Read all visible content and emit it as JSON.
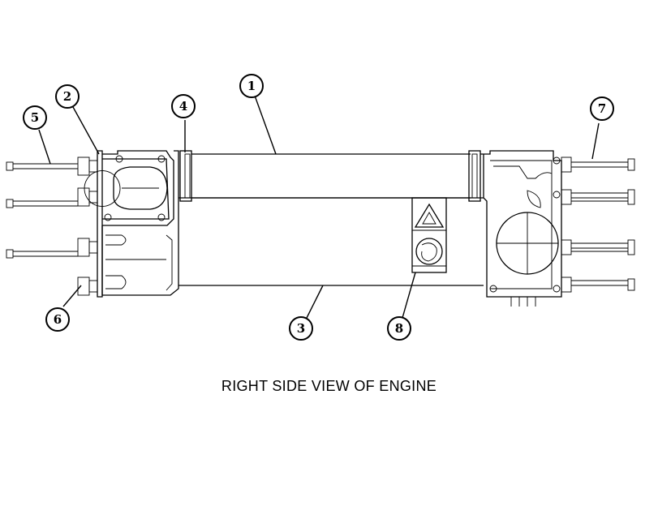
{
  "caption": "RIGHT SIDE VIEW OF ENGINE",
  "callouts": [
    {
      "label": "1"
    },
    {
      "label": "2"
    },
    {
      "label": "3"
    },
    {
      "label": "4"
    },
    {
      "label": "5"
    },
    {
      "label": "6"
    },
    {
      "label": "7"
    },
    {
      "label": "8"
    }
  ],
  "colors": {
    "line": "#000000",
    "background": "#ffffff"
  }
}
